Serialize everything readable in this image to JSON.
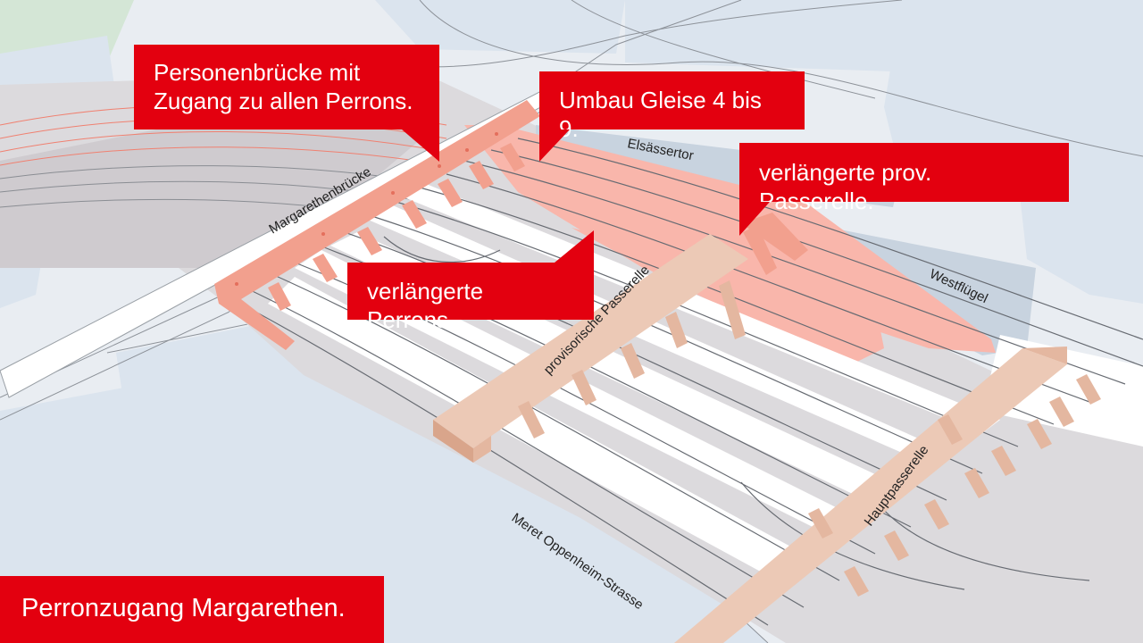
{
  "map": {
    "streets": {
      "margarethenbruecke": "Margarethenbrücke",
      "meret_oppenheim": "Meret Oppenheim-Strasse"
    },
    "buildings": {
      "elsaessertor": "Elsässertor",
      "westfluegel": "Westflügel"
    },
    "structures": {
      "provisorische_passerelle": "provisorische Passerelle",
      "hauptpasserelle": "Hauptpasserelle"
    }
  },
  "callouts": {
    "personenbruecke_line1": "Personenbrücke mit",
    "personenbruecke_line2": "Zugang zu allen Perrons.",
    "umbau_gleise": "Umbau Gleise 4 bis 9.",
    "verlaengerte_passerelle": "verlängerte prov. Passerelle.",
    "verlaengerte_perrons": "verlängerte Perrons."
  },
  "title": "Perronzugang Margarethen.",
  "colors": {
    "accent_red": "#e3000f",
    "new_structure_pink": "#f2a08e",
    "passerelle_beige": "#ecc9b6",
    "water_blue": "#dbe4ee",
    "park_green": "#d4e6d6"
  }
}
